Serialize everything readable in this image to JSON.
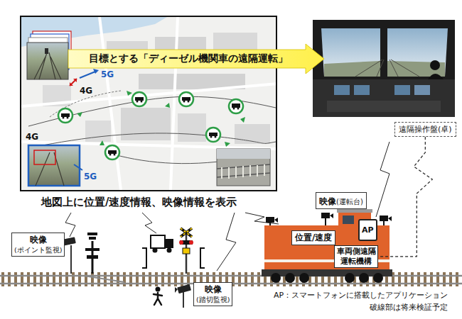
{
  "diagram": {
    "title": "目標とする「ディーゼル機関車の遠隔運転」",
    "caption": "地図上に位置/速度情報、映像情報を表示",
    "nodes": [
      {
        "text": [
          "遠隔操作盤(卓)"
        ]
      },
      {
        "text": [
          "映像",
          "(運転台)"
        ]
      },
      {
        "text": [
          "位置/速度"
        ]
      },
      {
        "text": [
          "AP"
        ]
      },
      {
        "text": [
          "車両側遠隔 運転機構"
        ]
      },
      {
        "text": [
          "映像",
          "(ポイント監視)"
        ]
      },
      {
        "text": [
          "映像",
          "(踏切監視)"
        ]
      }
    ],
    "edges": [
      {
        "from": 0,
        "to": 4,
        "arrow": "none"
      }
    ],
    "labels": [
      "5G",
      "4G",
      "4G",
      "5G",
      "AP：スマートフォンに搭載したアプリケーション",
      "破線部は将来検証予定"
    ]
  }
}
